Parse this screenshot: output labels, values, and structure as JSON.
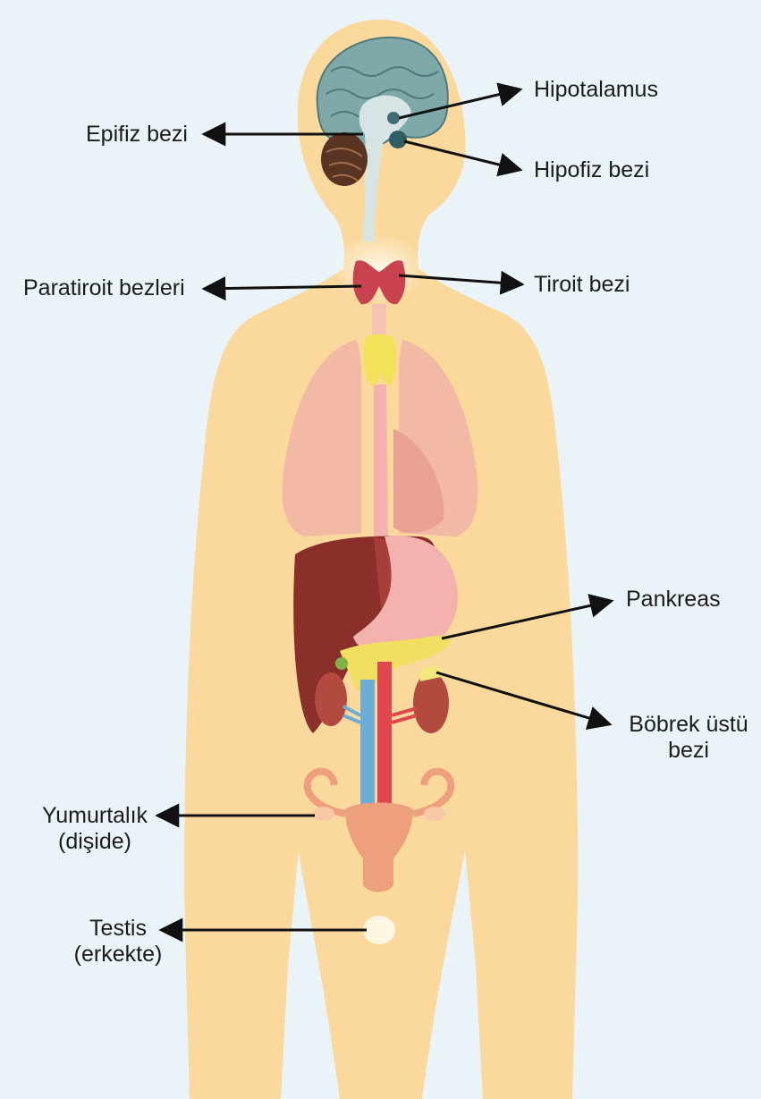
{
  "labels": {
    "hipotalamus": "Hipotalamus",
    "epifiz": "Epifiz bezi",
    "hipofiz": "Hipofiz bezi",
    "paratiroit": "Paratiroit bezleri",
    "tiroit": "Tiroit bezi",
    "pankreas": "Pankreas",
    "bobrek_ustu_line1": "Böbrek üstü",
    "bobrek_ustu_line2": "bezi",
    "yumurtalik_line1": "Yumurtalık",
    "yumurtalik_line2": "(dişide)",
    "testis_line1": "Testis",
    "testis_line2": "(erkekte)"
  },
  "colors": {
    "background": "#e9f3f8",
    "body": "#fbd89b",
    "brain": "#7fa8a9",
    "cerebellum": "#5a3422",
    "thyroid": "#c8434f",
    "thymus": "#f4e15a",
    "lungs": "#f2b9a4",
    "liver": "#8a2f2a",
    "stomach": "#f3b2ad",
    "pancreas": "#f1df62",
    "kidney": "#b34a3f",
    "vein": "#6aaed8",
    "artery": "#e0464d",
    "uterus": "#ee9f7e",
    "arrow": "#111111"
  }
}
